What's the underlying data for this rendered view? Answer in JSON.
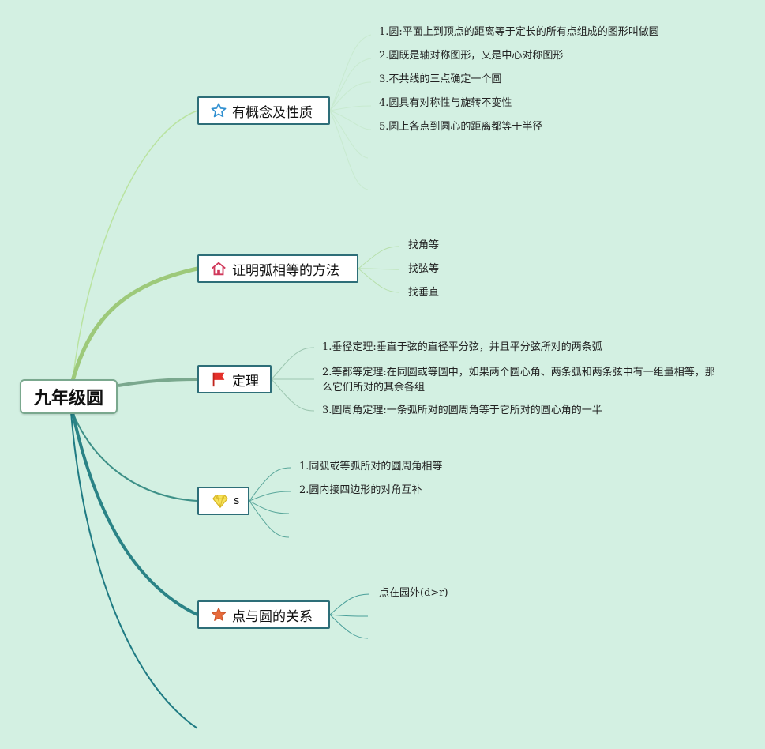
{
  "root": {
    "label": "九年级圆"
  },
  "topics": [
    {
      "label": "有概念及性质",
      "icon": "star-outline-icon",
      "leaves": [
        "1.圆:平面上到顶点的距离等于定长的所有点组成的图形叫做圆",
        "2.圆既是轴对称图形，又是中心对称图形",
        "3.不共线的三点确定一个圆",
        "4.圆具有对称性与旋转不变性",
        "5.圆上各点到圆心的距离都等于半径"
      ]
    },
    {
      "label": "证明弧相等的方法",
      "icon": "house-icon",
      "leaves": [
        "找角等",
        "找弦等",
        "找垂直"
      ]
    },
    {
      "label": "定理",
      "icon": "red-flag-icon",
      "leaves": [
        "1.垂径定理:垂直于弦的直径平分弦，并且平分弦所对的两条弧",
        "2.等都等定理:在同圆或等圆中，如果两个圆心角、两条弧和两条弦中有一组量相等，那么它们所对的其余各组",
        "3.圆周角定理:一条弧所对的圆周角等于它所对的圆心角的一半"
      ]
    },
    {
      "label": "s",
      "icon": "diamond-icon",
      "leaves": [
        "1.同弧或等弧所对的圆周角相等",
        "2.圆内接四边形的对角互补"
      ]
    },
    {
      "label": "点与圆的关系",
      "icon": "orange-star-icon",
      "leaves": [
        "点在园外(d>r)"
      ]
    }
  ]
}
